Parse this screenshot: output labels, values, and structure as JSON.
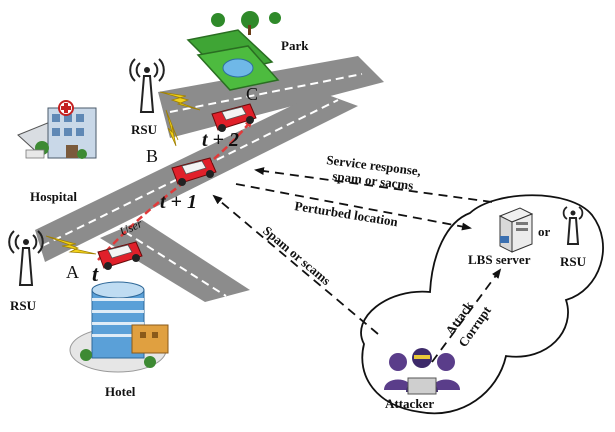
{
  "labels": {
    "park": "Park",
    "hospital": "Hospital",
    "hotel": "Hotel",
    "rsu_top": "RSU",
    "rsu_left": "RSU",
    "rsu_cloud": "RSU",
    "lbs_server": "LBS server",
    "or": "or",
    "attacker": "Attacker",
    "point_a": "A",
    "point_b": "B",
    "point_c": "C",
    "user": "User",
    "time_t": "t",
    "time_t1": "t + 1",
    "time_t2": "t + 2"
  },
  "arrows": {
    "service_response_line1": "Service response,",
    "service_response_line2": "spam or sacms",
    "perturbed_location": "Perturbed location",
    "spam_or_scams": "Spam or scams",
    "attack": "Attack",
    "corrupt": "Corrupt"
  },
  "colors": {
    "road": "#8c8c8c",
    "car": "#e0202a",
    "trajectory": "#e03a3a",
    "lightning": "#f2d21a",
    "park_green": "#3fa535",
    "water": "#6fb8e8"
  }
}
